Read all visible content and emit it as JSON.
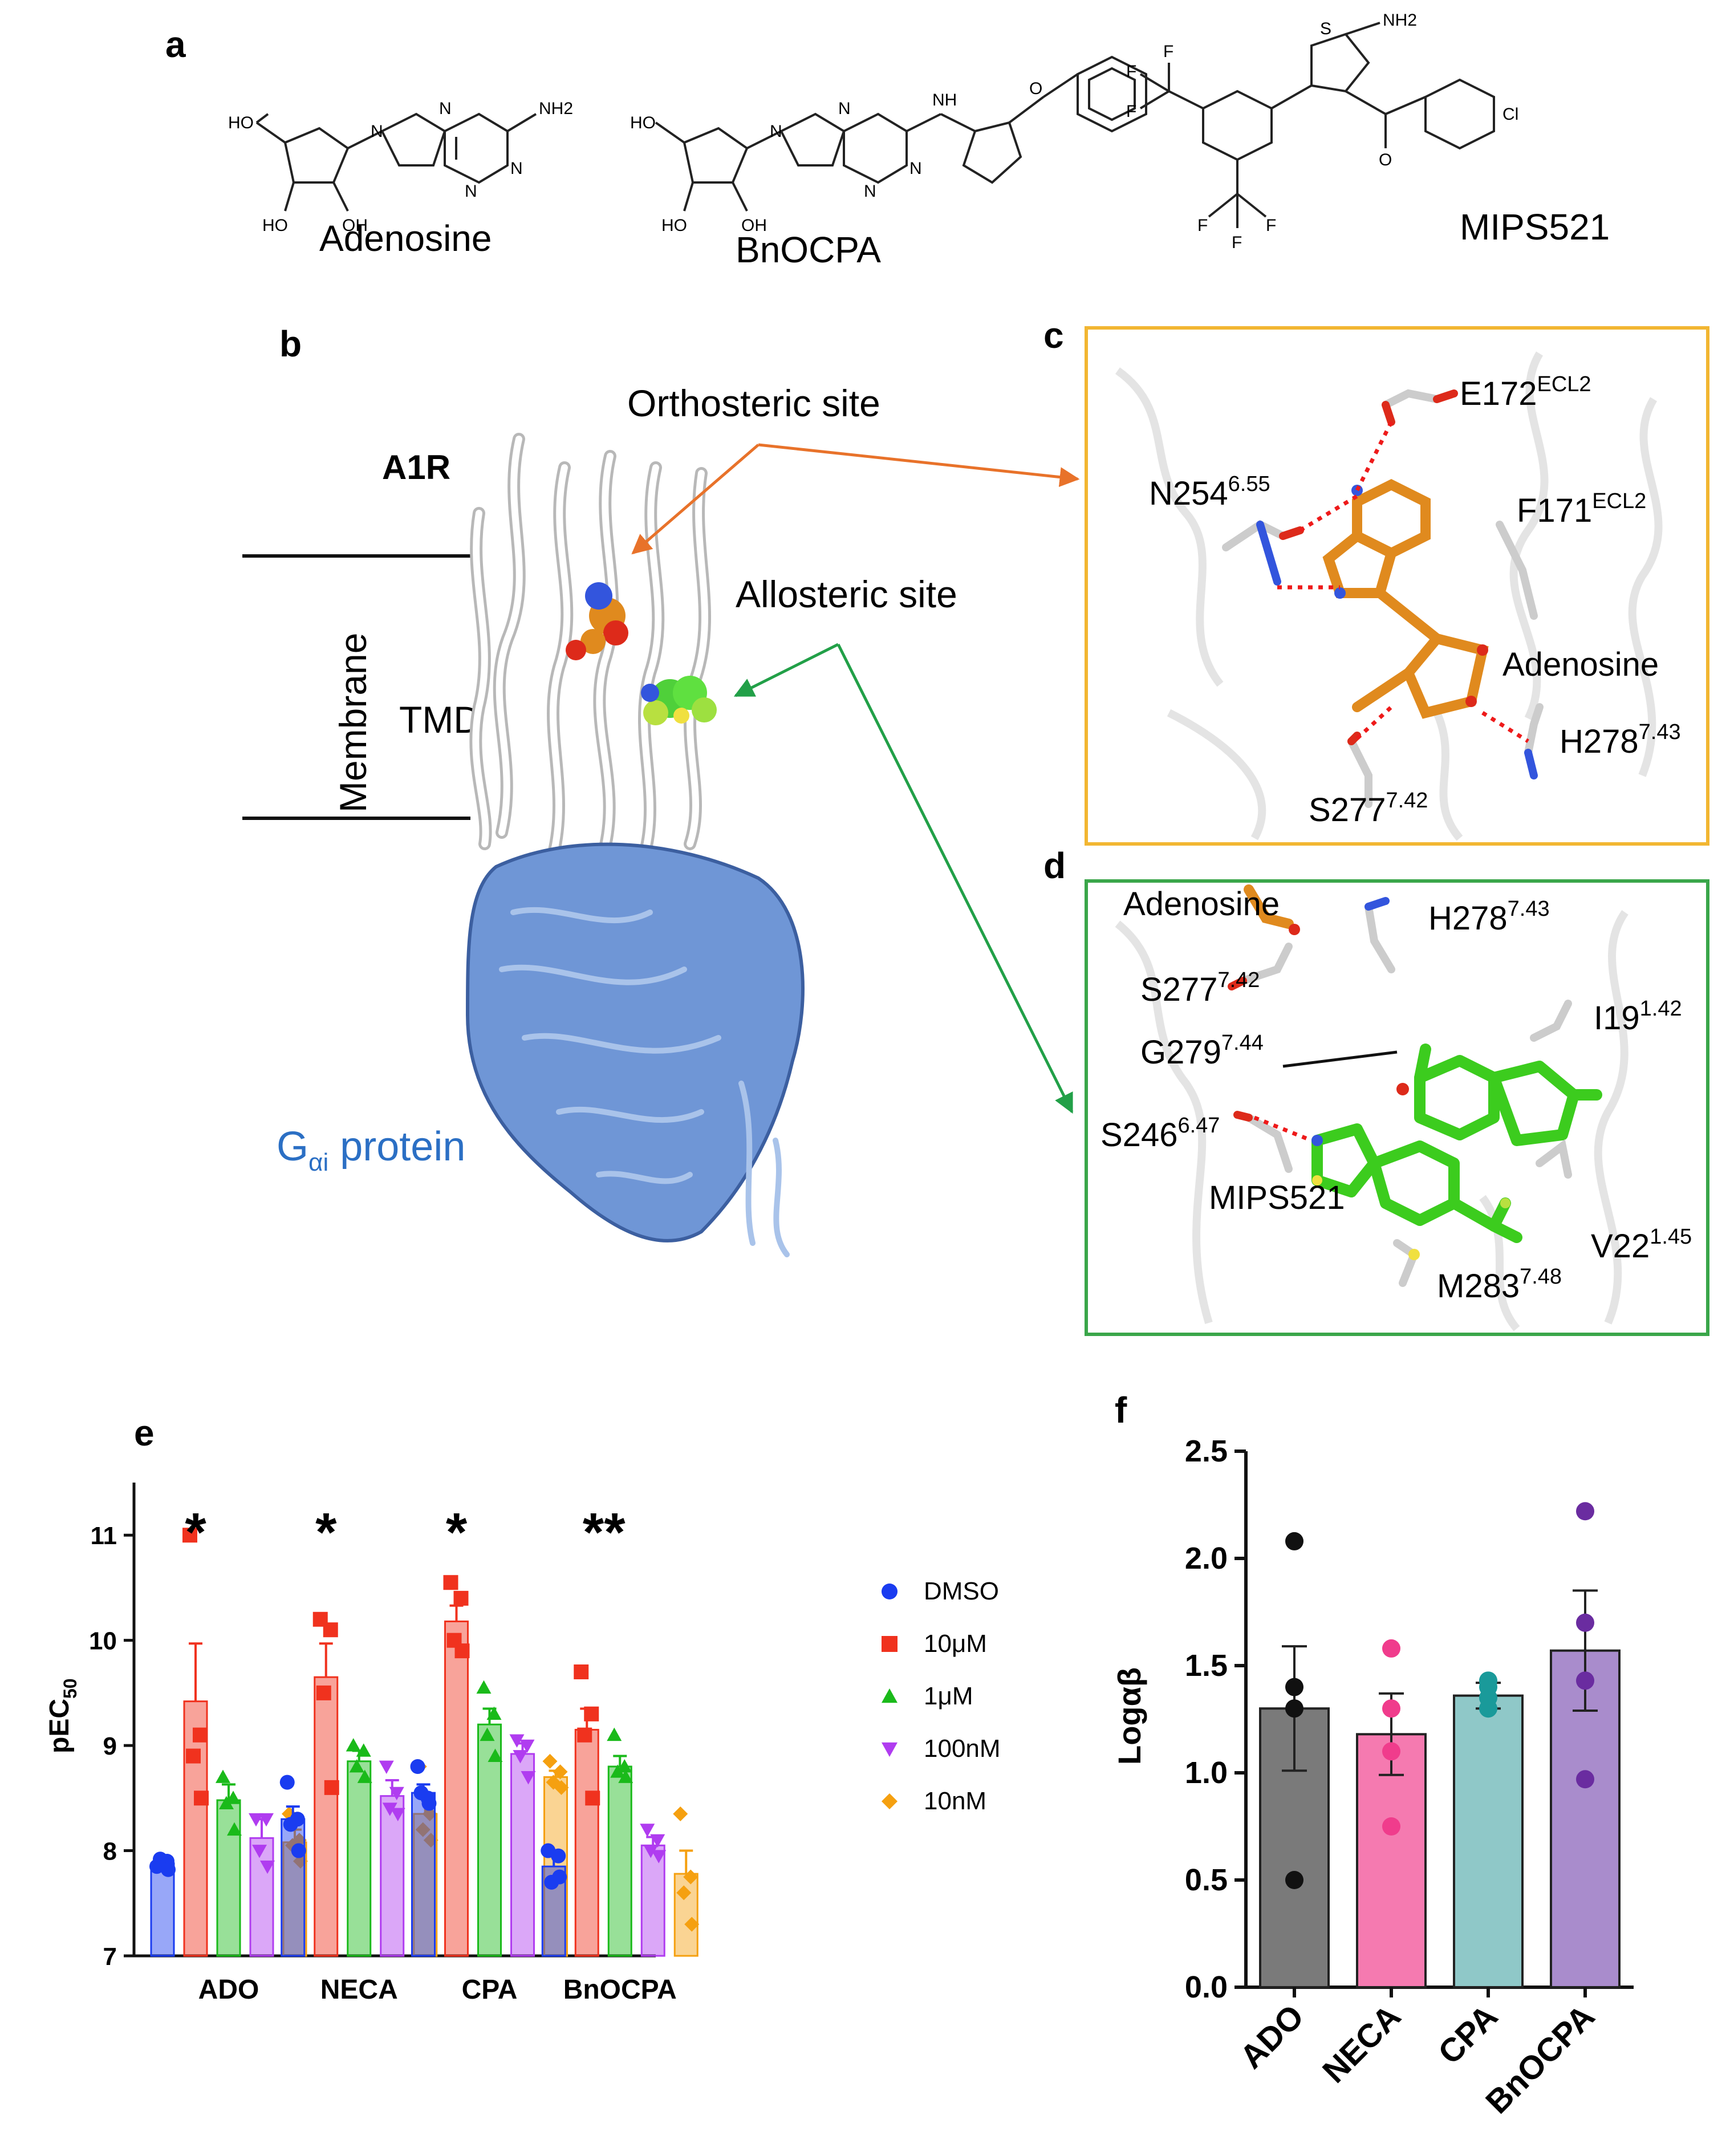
{
  "panel_a": {
    "label": "a",
    "molecules": [
      {
        "name": "Adenosine",
        "atoms": [
          "HO",
          "HO",
          "OH",
          "NH2",
          "N",
          "N",
          "N",
          "N"
        ]
      },
      {
        "name": "BnOCPA",
        "atoms": [
          "HO",
          "HO",
          "OH",
          "NH",
          "O",
          "N",
          "N",
          "N",
          "N"
        ]
      },
      {
        "name": "MIPS521",
        "atoms": [
          "S",
          "NH2",
          "O",
          "Cl",
          "F",
          "F",
          "F",
          "F",
          "F",
          "F"
        ]
      }
    ]
  },
  "panel_b": {
    "label": "b",
    "receptor": "A1R",
    "orthosteric": "Orthosteric site",
    "allosteric": "Allosteric site",
    "membrane": "Membrane",
    "tmd": "TMD",
    "g_protein": "G",
    "g_sub": "αi",
    "g_suffix": " protein"
  },
  "panel_c": {
    "label": "c",
    "border_color": "#f2b632",
    "residues": [
      {
        "name": "E172",
        "sup": "ECL2"
      },
      {
        "name": "N254",
        "sup": "6.55"
      },
      {
        "name": "F171",
        "sup": "ECL2"
      },
      {
        "name": "Adenosine",
        "sup": ""
      },
      {
        "name": "H278",
        "sup": "7.43"
      },
      {
        "name": "S277",
        "sup": "7.42"
      }
    ]
  },
  "panel_d": {
    "label": "d",
    "border_color": "#3aa64a",
    "residues": [
      {
        "name": "Adenosine",
        "sup": ""
      },
      {
        "name": "H278",
        "sup": "7.43"
      },
      {
        "name": "S277",
        "sup": "7.42"
      },
      {
        "name": "I19",
        "sup": "1.42"
      },
      {
        "name": "G279",
        "sup": "7.44"
      },
      {
        "name": "S246",
        "sup": "6.47"
      },
      {
        "name": "MIPS521",
        "sup": ""
      },
      {
        "name": "V22",
        "sup": "1.45"
      },
      {
        "name": "M283",
        "sup": "7.48"
      }
    ]
  },
  "panel_e": {
    "label": "e",
    "significance": [
      "*",
      "*",
      "*",
      "**"
    ]
  },
  "panel_f": {
    "label": "f"
  },
  "chart_data": [
    {
      "type": "bar",
      "panel": "e",
      "ylabel": "pEC",
      "ylabel_sub": "50",
      "ylim": [
        7,
        11.5
      ],
      "yticks": [
        7,
        8,
        9,
        10,
        11
      ],
      "categories": [
        "ADO",
        "NECA",
        "CPA",
        "BnOCPA"
      ],
      "legend_placement": "right",
      "series": [
        {
          "name": "DMSO",
          "color": "#1a3cf0",
          "marker": "circle",
          "values": [
            7.88,
            8.3,
            8.55,
            7.85
          ],
          "sem": [
            0.06,
            0.12,
            0.08,
            0.1
          ],
          "points": [
            [
              7.85,
              7.9,
              7.92,
              7.82
            ],
            [
              8.65,
              8.3,
              8.25,
              8.0
            ],
            [
              8.8,
              8.5,
              8.55,
              8.45
            ],
            [
              8.0,
              7.95,
              7.7,
              7.75
            ]
          ]
        },
        {
          "name": "10μM",
          "color": "#f0321e",
          "marker": "square",
          "values": [
            9.42,
            9.65,
            10.18,
            9.15
          ],
          "sem": [
            0.55,
            0.32,
            0.15,
            0.2
          ],
          "points": [
            [
              11.0,
              9.1,
              8.9,
              8.5
            ],
            [
              10.2,
              10.1,
              9.5,
              8.6
            ],
            [
              10.55,
              10.4,
              10.0,
              9.9
            ],
            [
              9.7,
              9.3,
              9.1,
              8.5
            ]
          ]
        },
        {
          "name": "1μM",
          "color": "#1aba1a",
          "marker": "triangle-up",
          "values": [
            8.48,
            8.85,
            9.2,
            8.8
          ],
          "sem": [
            0.15,
            0.1,
            0.15,
            0.1
          ],
          "points": [
            [
              8.7,
              8.5,
              8.45,
              8.2
            ],
            [
              9.0,
              8.95,
              8.8,
              8.7
            ],
            [
              9.55,
              9.3,
              9.1,
              8.9
            ],
            [
              9.1,
              8.8,
              8.75,
              8.7
            ]
          ]
        },
        {
          "name": "100nM",
          "color": "#b03cf0",
          "marker": "triangle-down",
          "values": [
            8.12,
            8.52,
            8.92,
            8.05
          ],
          "sem": [
            0.18,
            0.15,
            0.1,
            0.08
          ],
          "points": [
            [
              8.3,
              8.3,
              8.0,
              7.85
            ],
            [
              8.8,
              8.55,
              8.4,
              8.35
            ],
            [
              9.05,
              9.0,
              8.9,
              8.7
            ],
            [
              8.2,
              8.1,
              8.0,
              7.95
            ]
          ]
        },
        {
          "name": "10nM",
          "color": "#f5a010",
          "marker": "diamond",
          "values": [
            8.08,
            8.35,
            8.7,
            7.78
          ],
          "sem": [
            0.12,
            0.15,
            0.06,
            0.22
          ],
          "points": [
            [
              8.35,
              8.1,
              8.05,
              7.9
            ],
            [
              8.8,
              8.35,
              8.2,
              8.1
            ],
            [
              8.85,
              8.75,
              8.65,
              8.6
            ],
            [
              8.35,
              7.75,
              7.6,
              7.3
            ]
          ]
        }
      ]
    },
    {
      "type": "bar",
      "panel": "f",
      "ylabel": "Logαβ",
      "ylim": [
        0,
        2.5
      ],
      "yticks": [
        "0.0",
        "0.5",
        "1.0",
        "1.5",
        "2.0",
        "2.5"
      ],
      "categories": [
        "ADO",
        "NECA",
        "CPA",
        "BnOCPA"
      ],
      "values": [
        1.3,
        1.18,
        1.36,
        1.57
      ],
      "sem": [
        0.29,
        0.19,
        0.06,
        0.28
      ],
      "colors": [
        "#7a7a7a",
        "#f57ab0",
        "#8fc8c8",
        "#a98ccc"
      ],
      "point_colors": [
        "#111111",
        "#f03c8c",
        "#1a9a9a",
        "#6a2ca0"
      ],
      "points": [
        [
          2.08,
          1.4,
          1.3,
          0.5
        ],
        [
          1.58,
          1.3,
          1.1,
          0.75
        ],
        [
          1.43,
          1.4,
          1.35,
          1.3
        ],
        [
          2.22,
          1.7,
          1.43,
          0.97
        ]
      ]
    }
  ]
}
